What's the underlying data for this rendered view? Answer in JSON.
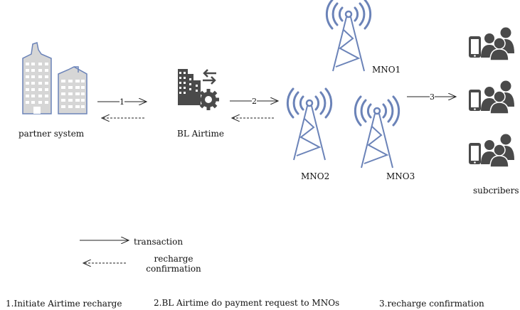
{
  "nodes": {
    "partner": "partner system",
    "bl": "BL Airtime",
    "mno1": "MNO1",
    "mno2": "MNO2",
    "mno3": "MNO3",
    "subscribers": "subcribers"
  },
  "steps": {
    "s1": "1",
    "s2": "2",
    "s3": "3"
  },
  "legend": {
    "transaction": "transaction",
    "recharge_line1": "recharge",
    "recharge_line2": "confirmation"
  },
  "footer": {
    "f1": "1.Initiate Airtime recharge",
    "f2": "2.BL Airtime do payment request to MNOs",
    "f3": "3.recharge confirmation"
  },
  "colors": {
    "tower": "#6b83b8",
    "building_fill": "#cfcfcf",
    "building_stroke": "#6b83b8",
    "dark_icon": "#4a4a4a"
  }
}
